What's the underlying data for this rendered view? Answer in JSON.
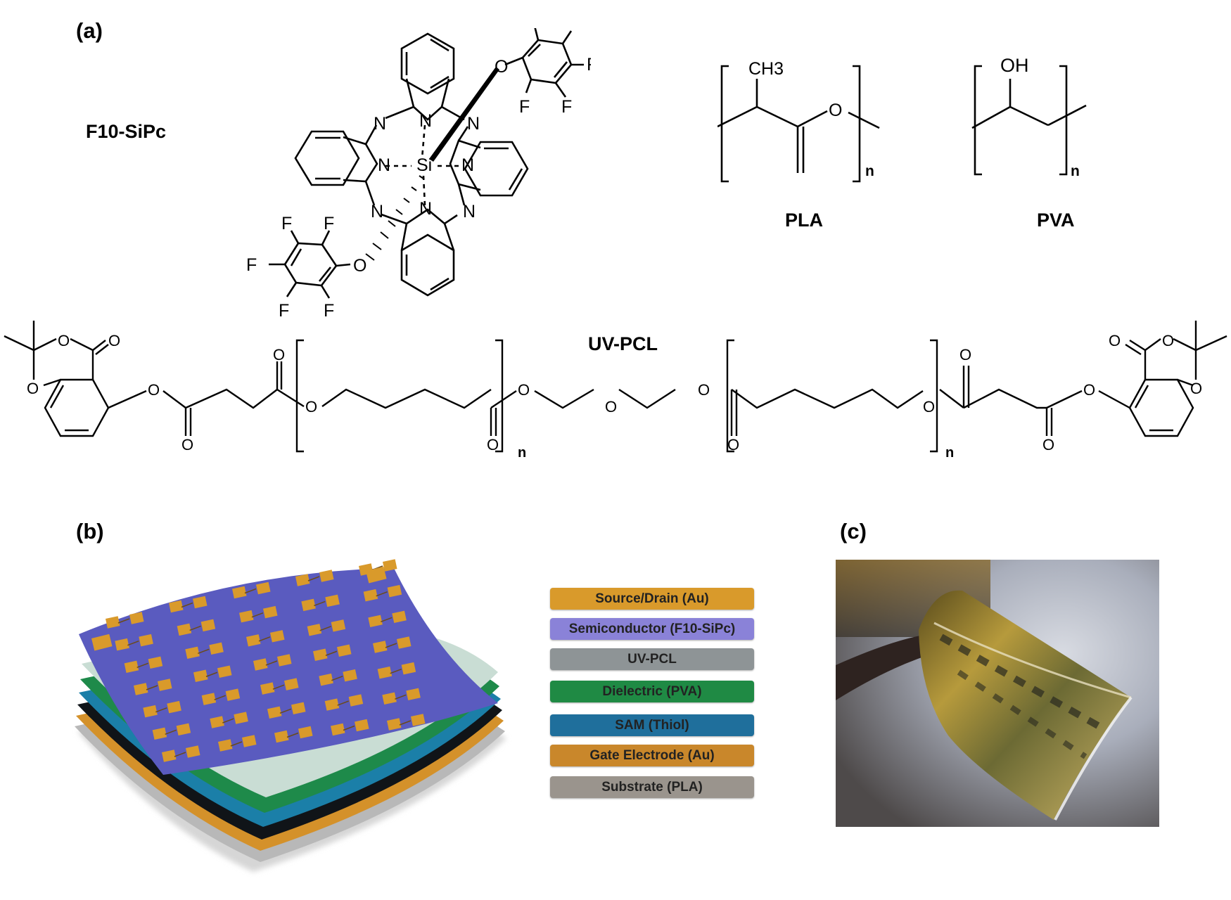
{
  "panels": {
    "a": "(a)",
    "b": "(b)",
    "c": "(c)"
  },
  "molecules": {
    "f10_sipc": {
      "name": "F10-SiPc",
      "atoms": {
        "N": "N",
        "Si": "Si",
        "O": "O",
        "F": "F"
      }
    },
    "pla": {
      "name": "PLA",
      "ch3": "CH3",
      "o": "O",
      "n": "n"
    },
    "pva": {
      "name": "PVA",
      "oh": "OH",
      "n": "n"
    },
    "uv_pcl": {
      "name": "UV-PCL",
      "o": "O",
      "n": "n"
    }
  },
  "legend": [
    {
      "label": "Source/Drain (Au)",
      "color": "#d99a2b"
    },
    {
      "label": "Semiconductor (F10-SiPc)",
      "color": "#8a82d8"
    },
    {
      "label": "UV-PCL",
      "color": "#8e9496"
    },
    {
      "label": "Dielectric (PVA)",
      "color": "#1f8a44"
    },
    {
      "label": "SAM (Thiol)",
      "color": "#1f6f9c"
    },
    {
      "label": "Gate Electrode (Au)",
      "color": "#c9872b"
    },
    {
      "label": "Substrate (PLA)",
      "color": "#9a948d"
    }
  ],
  "stack_colors": {
    "semiconductor": "#5a5bbf",
    "uv_pcl": "#c9ddd4",
    "dielectric": "#1e8a4a",
    "sam": "#1b7fa8",
    "black_layer": "#101418",
    "gate": "#d4912a",
    "substrate": "#b8b8b8",
    "pad": "#d99a2b"
  }
}
